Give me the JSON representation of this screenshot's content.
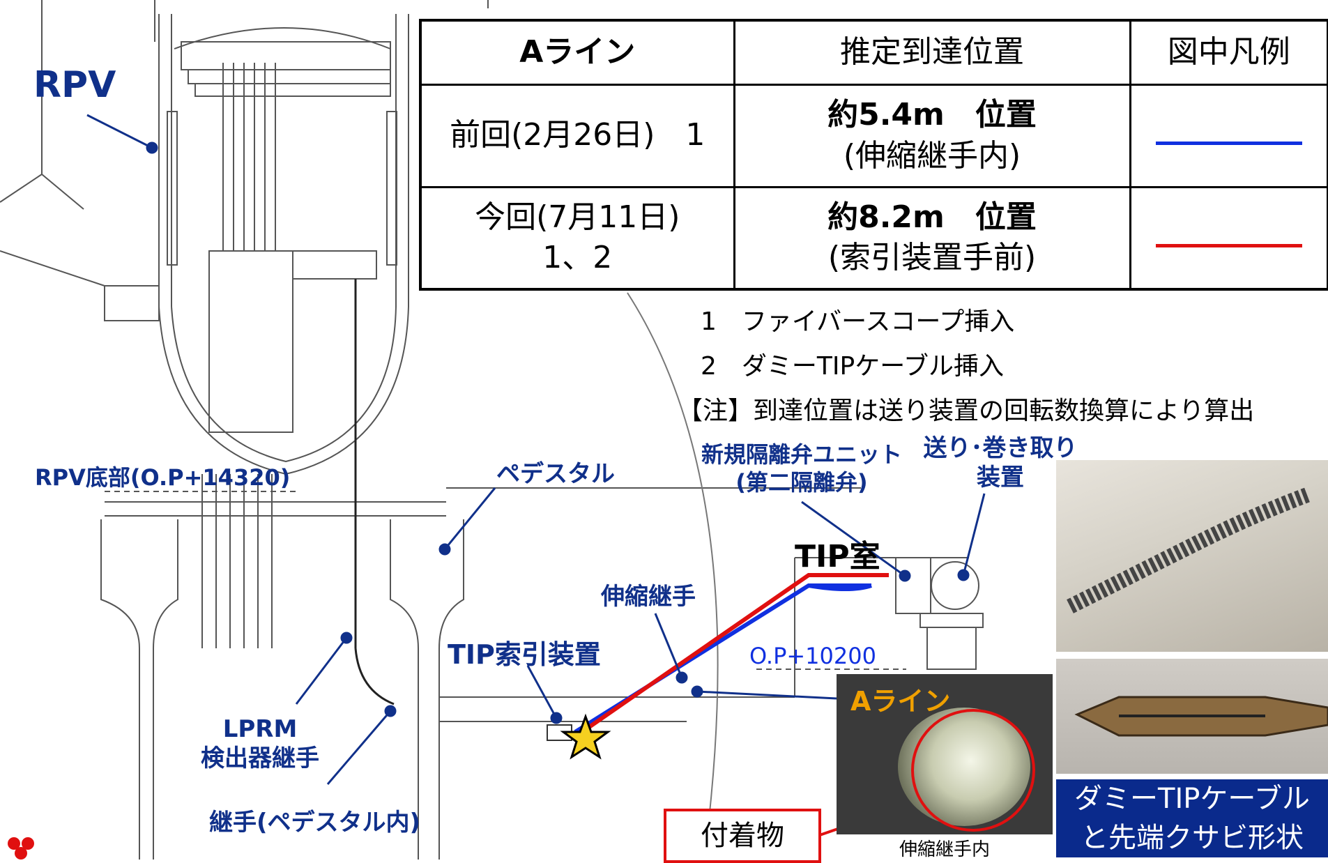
{
  "table": {
    "headers": [
      "Aライン",
      "推定到達位置",
      "図中凡例"
    ],
    "rows": [
      {
        "label_line1": "前回(2月26日)　1",
        "label_line2": "",
        "position_main": "約5.4m　位置",
        "position_sub": "(伸縮継手内)",
        "legend_color": "#1030e0"
      },
      {
        "label_line1": "今回(7月11日)",
        "label_line2": "1、2",
        "position_main": "約8.2m　位置",
        "position_sub": "(索引装置手前)",
        "legend_color": "#e01010"
      }
    ]
  },
  "notes": {
    "note1": "1　ファイバースコープ挿入",
    "note2": "2　ダミーTIPケーブル挿入",
    "note3": "【注】到達位置は送り装置の回転数換算により算出"
  },
  "labels": {
    "rpv": "RPV",
    "rpv_bottom": "RPV底部(O.P+14320)",
    "pedestal": "ペデスタル",
    "lprm_line1": "LPRM",
    "lprm_line2": "検出器継手",
    "joint_pedestal": "継手(ペデスタル内)",
    "isolation_valve_line1": "新規隔離弁ユニット",
    "isolation_valve_line2": "(第二隔離弁)",
    "feed_line1": "送り･巻き取り",
    "feed_line2": "装置",
    "tip_room": "TIP室",
    "expansion_joint": "伸縮継手",
    "tip_indexer": "TIP索引装置",
    "op_level": "O.P+10200",
    "a_line": "Aライン",
    "deposit": "付着物",
    "inside_joint": "伸縮継手内",
    "dummy_caption_line1": "ダミーTIPケーブル",
    "dummy_caption_line2": "と先端クサビ形状"
  },
  "colors": {
    "label_blue": "#10308a",
    "a_line_orange": "#f0a000",
    "route_red": "#e01010",
    "route_blue": "#1030e0"
  }
}
